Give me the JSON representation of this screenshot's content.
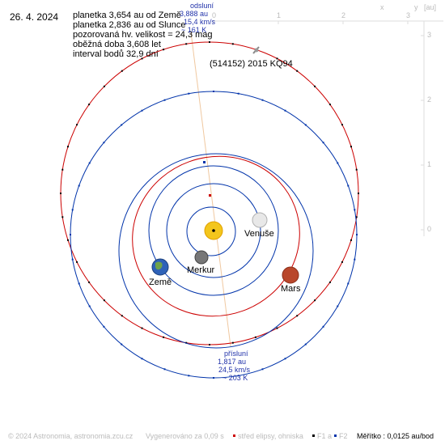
{
  "date": "26. 4. 2024",
  "info": {
    "line1": "planetka 3,654 au od Země",
    "line2": "planetka 2,836 au od Slunce",
    "line3": "pozorovaná hv. velikost = 24,3 mag",
    "line4": "oběžná doba 3,608 let",
    "line5": "interval bodů 32,9 dní"
  },
  "aphelion": {
    "title": "odsluní",
    "dist": "3,888 au",
    "speed": "15,4 km/s",
    "temp": "~ 161 K"
  },
  "perihelion": {
    "title": "přísluní",
    "dist": "1,817 au",
    "speed": "24,5 km/s",
    "temp": "~ 203 K"
  },
  "asteroid_label": "(514152) 2015 KQ94",
  "planets": {
    "venus": "Venuše",
    "mercury": "Merkur",
    "earth": "Země",
    "mars": "Mars"
  },
  "axes": {
    "x_label": "x",
    "y_label": "y",
    "unit": "[au]",
    "x_ticks": [
      "0",
      "1",
      "2",
      "3"
    ],
    "y_ticks": [
      "3",
      "2",
      "1",
      "0"
    ]
  },
  "footer": {
    "copyright": "© 2024 Astronomia, astronomia.zcu.cz",
    "generated": "Vygenerováno za 0,09 s",
    "legend_center": "střed elipsy, ohniska",
    "legend_f1": "F1 a",
    "legend_f2": "F2",
    "scale": "Měřítko : 0,0125 au/bod"
  },
  "colors": {
    "asteroid_orbit": "#cc0000",
    "earth_orbit": "#0033aa",
    "guide_line": "#f0c8a0",
    "axis": "#dddddd"
  }
}
